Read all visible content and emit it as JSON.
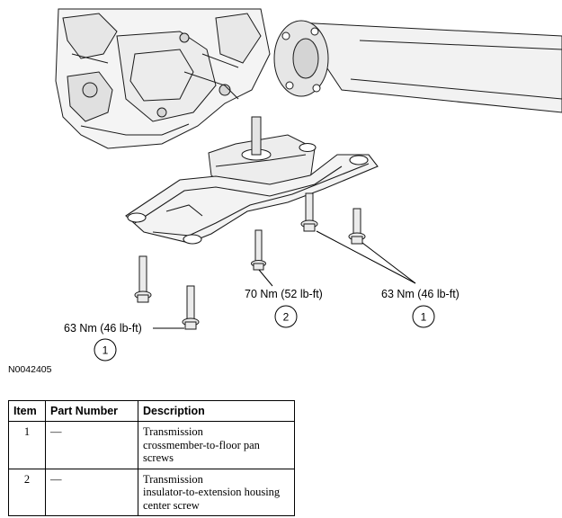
{
  "callouts": [
    {
      "id": "callout-left",
      "torque": "63 Nm (46 lb-ft)",
      "item": "1"
    },
    {
      "id": "callout-center",
      "torque": "70 Nm (52 lb-ft)",
      "item": "2"
    },
    {
      "id": "callout-right",
      "torque": "63 Nm (46 lb-ft)",
      "item": "1"
    }
  ],
  "figure_id": "N0042405",
  "table": {
    "headers": [
      "Item",
      "Part Number",
      "Description"
    ],
    "rows": [
      {
        "item": "1",
        "part_number": "—",
        "description": "Transmission\ncrossmember-to-floor pan\nscrews"
      },
      {
        "item": "2",
        "part_number": "—",
        "description": "Transmission\ninsulator-to-extension housing\ncenter screw"
      }
    ]
  }
}
